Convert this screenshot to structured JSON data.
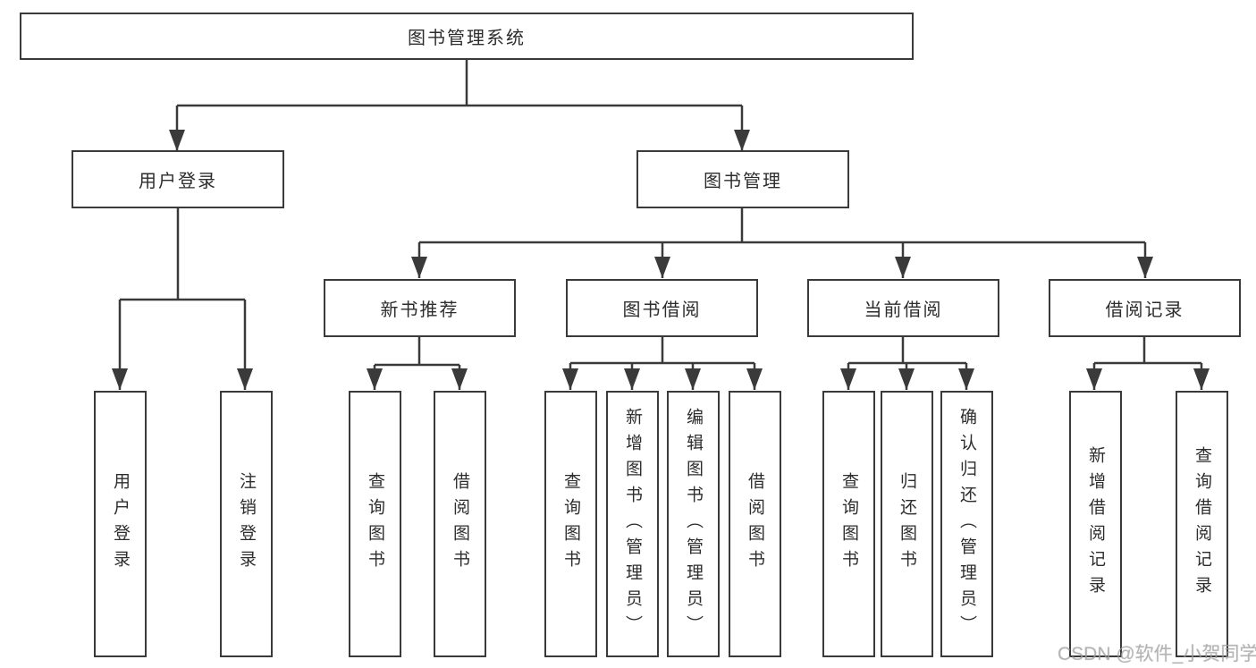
{
  "tree": {
    "root": {
      "label": "图书管理系统"
    },
    "branches": [
      {
        "label": "用户登录",
        "children": [
          {
            "label": "用户登录"
          },
          {
            "label": "注销登录"
          }
        ]
      },
      {
        "label": "图书管理",
        "children": [
          {
            "label": "新书推荐",
            "children": [
              {
                "label": "查询图书"
              },
              {
                "label": "借阅图书"
              }
            ]
          },
          {
            "label": "图书借阅",
            "children": [
              {
                "label": "查询图书"
              },
              {
                "label": "新增图书（管理员）"
              },
              {
                "label": "编辑图书（管理员）"
              },
              {
                "label": "借阅图书"
              }
            ]
          },
          {
            "label": "当前借阅",
            "children": [
              {
                "label": "查询图书"
              },
              {
                "label": "归还图书"
              },
              {
                "label": "确认归还（管理员）"
              }
            ]
          },
          {
            "label": "借阅记录",
            "children": [
              {
                "label": "新增借阅记录"
              },
              {
                "label": "查询借阅记录"
              }
            ]
          }
        ]
      }
    ]
  },
  "watermark": {
    "text": "CSDN @软件_小贺同学"
  },
  "colors": {
    "line": "#3a3a3a",
    "box_border": "#3a3a3a",
    "text": "#2d2d2d",
    "background": "#ffffff",
    "watermark": "#a5a5a5"
  }
}
